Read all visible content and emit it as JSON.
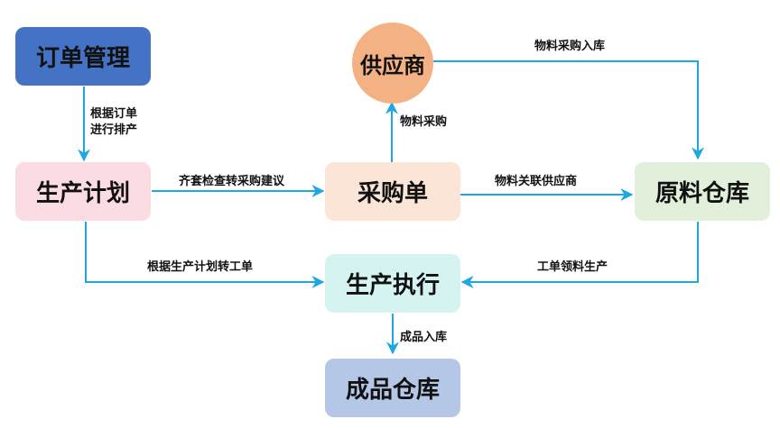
{
  "nodes": {
    "order_mgmt": {
      "label": "订单管理",
      "color": "#4472c4"
    },
    "prod_plan": {
      "label": "生产计划",
      "color": "#fbdce2"
    },
    "supplier": {
      "label": "供应商",
      "color": "#f4b183"
    },
    "purchase_order": {
      "label": "采购单",
      "color": "#fbe5d6"
    },
    "raw_warehouse": {
      "label": "原料仓库",
      "color": "#e2efda"
    },
    "prod_exec": {
      "label": "生产执行",
      "color": "#d5f3f0"
    },
    "finished_warehouse": {
      "label": "成品仓库",
      "color": "#b4c7e7"
    }
  },
  "edges": {
    "schedule_by_order": {
      "line1": "根据订单",
      "line2": "进行排产"
    },
    "purchase_suggestion": "齐套检查转采购建议",
    "material_purchase": "物料采购",
    "material_inbound": "物料采购入库",
    "link_supplier": "物料关联供应商",
    "plan_to_workorder": "根据生产计划转工单",
    "workorder_pick": "工单领料生产",
    "finished_inbound": "成品入库"
  },
  "colors": {
    "arrow": "#1fa8e0"
  }
}
